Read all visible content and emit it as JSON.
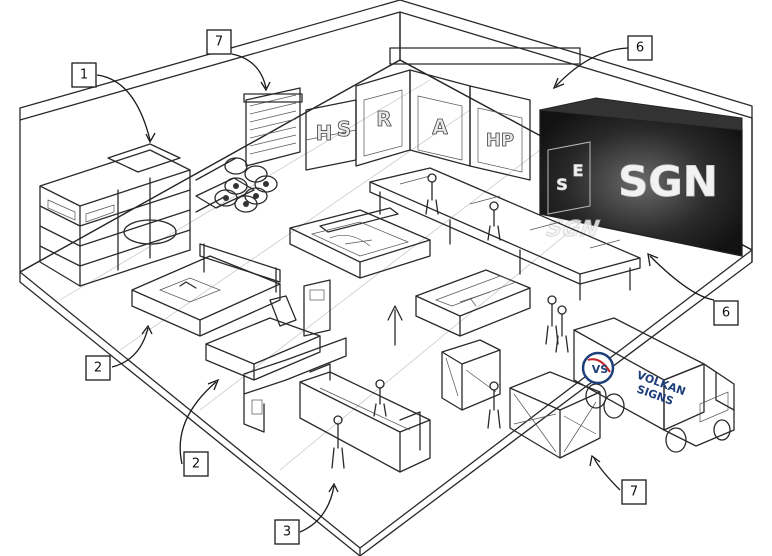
{
  "callouts": [
    {
      "id": "c1",
      "label": "1"
    },
    {
      "id": "c7a",
      "label": "7"
    },
    {
      "id": "c6a",
      "label": "6"
    },
    {
      "id": "c6b",
      "label": "6"
    },
    {
      "id": "c2a",
      "label": "2"
    },
    {
      "id": "c2b",
      "label": "2"
    },
    {
      "id": "c3",
      "label": "3"
    },
    {
      "id": "c7b",
      "label": "7"
    }
  ],
  "letter_displays": {
    "stand_left": [
      "H",
      "S"
    ],
    "booths": [
      "R",
      "A",
      "HP"
    ],
    "glow_stand": [
      "S",
      "E"
    ]
  },
  "showroom_sign": {
    "main": "SGN",
    "floor": "SGN"
  },
  "truck": {
    "brand_line1": "VOLKAN",
    "brand_line2": "SIGNS"
  },
  "colors": {
    "ink": "#2a2a2a",
    "showroom": "#1b1b1b",
    "glow": "#f2f2f2",
    "truck_blue": "#1e3f7a",
    "truck_red": "#c0282d"
  }
}
